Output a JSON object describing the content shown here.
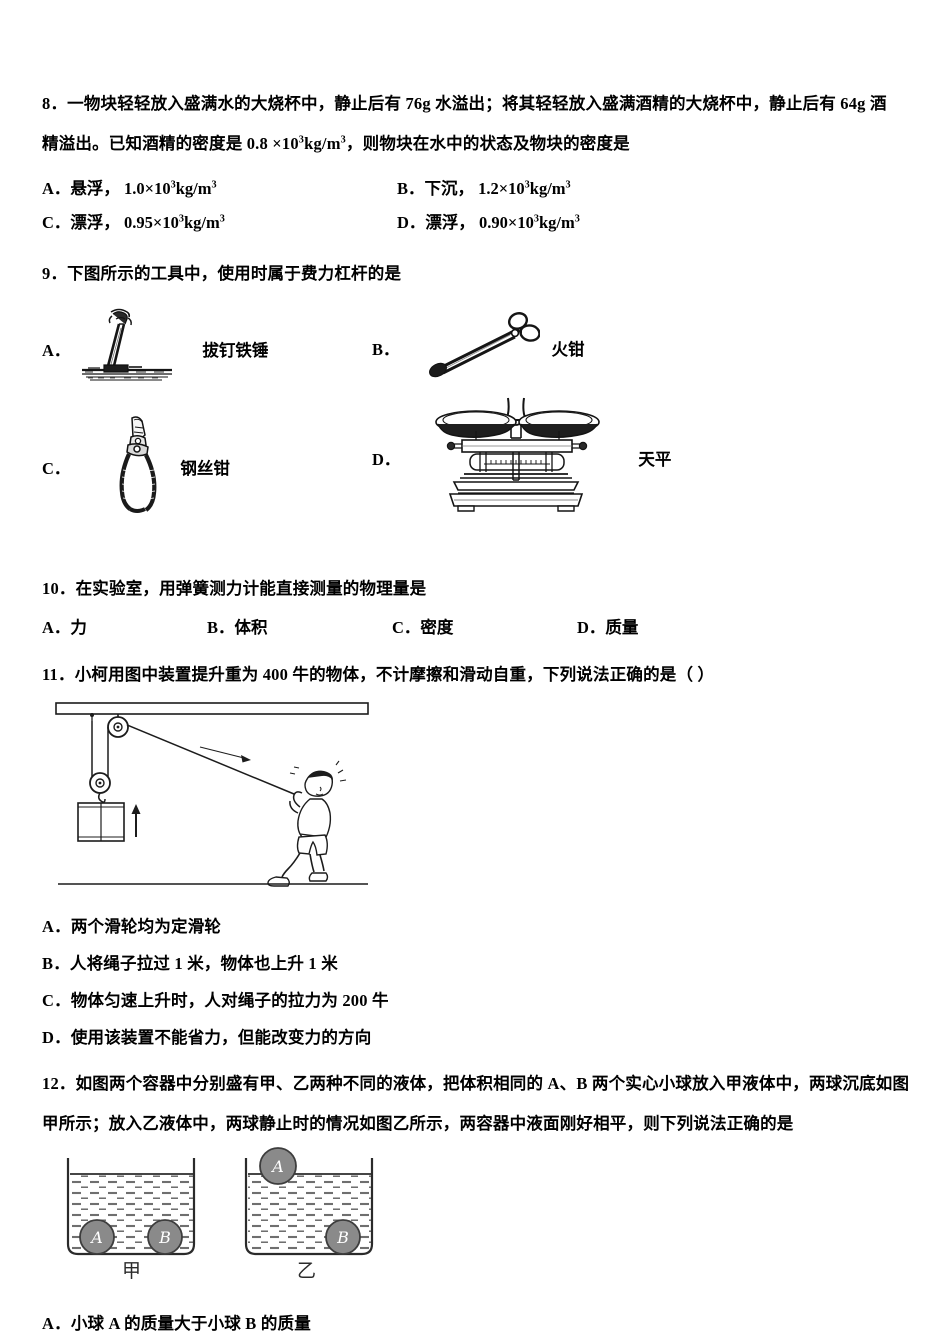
{
  "document": {
    "type": "physics-exam-page",
    "language": "zh-CN"
  },
  "questions": [
    {
      "number": "8",
      "stem_line1": "8．一物块轻轻放入盛满水的大烧杯中，静止后有 76g 水溢出；将其轻轻放入盛满酒精的大烧杯中，静止后有 64g 酒",
      "stem_line2_pre": "精溢出。已知酒精的密度是 0.8 ×10",
      "stem_line2_sup1": "3",
      "stem_line2_mid": "kg/m",
      "stem_line2_sup2": "3",
      "stem_line2_post": "，则物块在水中的状态及物块的密度是",
      "options": [
        {
          "letter": "A．",
          "text": "悬浮，  1.0×10",
          "sup": "3",
          "unit": "kg/m",
          "unit_sup": "3"
        },
        {
          "letter": "B．",
          "text": "下沉，  1.2×10",
          "sup": "3",
          "unit": "kg/m",
          "unit_sup": "3"
        },
        {
          "letter": "C．",
          "text": "漂浮，  0.95×10",
          "sup": "3",
          "unit": "kg/m",
          "unit_sup": "3"
        },
        {
          "letter": "D．",
          "text": "漂浮，  0.90×10",
          "sup": "3",
          "unit": "kg/m",
          "unit_sup": "3"
        }
      ]
    },
    {
      "number": "9",
      "stem": "9．下图所示的工具中，使用时属于费力杠杆的是",
      "tools": [
        {
          "letter": "A．",
          "label": "拔钉铁锤",
          "icon": "claw-hammer-icon"
        },
        {
          "letter": "B．",
          "label": "火钳",
          "icon": "fire-tongs-icon"
        },
        {
          "letter": "C．",
          "label": "钢丝钳",
          "icon": "wire-pliers-icon"
        },
        {
          "letter": "D．",
          "label": "天平",
          "icon": "balance-scale-icon"
        }
      ]
    },
    {
      "number": "10",
      "stem": "10．在实验室，用弹簧测力计能直接测量的物理量是",
      "options": [
        {
          "letter": "A．",
          "text": "力"
        },
        {
          "letter": "B．",
          "text": "体积"
        },
        {
          "letter": "C．",
          "text": "密度"
        },
        {
          "letter": "D．",
          "text": "质量"
        }
      ]
    },
    {
      "number": "11",
      "stem": "11．小柯用图中装置提升重为 400 牛的物体，不计摩擦和滑动自重，下列说法正确的是（  ）",
      "figure": {
        "name": "pulley-system-figure",
        "elements": [
          "ceiling-beam",
          "fixed-pulley",
          "movable-pulley",
          "load-block",
          "up-arrow",
          "rope",
          "pull-direction-arrow",
          "person-pulling",
          "ground-line"
        ]
      },
      "options": [
        {
          "letter": "A．",
          "text": "两个滑轮均为定滑轮"
        },
        {
          "letter": "B．",
          "text": "人将绳子拉过 1 米，物体也上升 1 米"
        },
        {
          "letter": "C．",
          "text": "物体匀速上升时，人对绳子的拉力为 200 牛"
        },
        {
          "letter": "D．",
          "text": "使用该装置不能省力，但能改变力的方向"
        }
      ]
    },
    {
      "number": "12",
      "stem_line1": "12．如图两个容器中分别盛有甲、乙两种不同的液体，把体积相同的 A、B 两个实心小球放入甲液体中，两球沉底如图",
      "stem_line2": "甲所示；放入乙液体中，两球静止时的情况如图乙所示，两容器中液面刚好相平，则下列说法正确的是",
      "figure": {
        "name": "two-beakers-figure",
        "left": {
          "caption": "甲",
          "balls": [
            {
              "label": "A",
              "position": "bottom-left"
            },
            {
              "label": "B",
              "position": "bottom-right"
            }
          ]
        },
        "right": {
          "caption": "乙",
          "balls": [
            {
              "label": "A",
              "position": "floating-top-left"
            },
            {
              "label": "B",
              "position": "bottom-right"
            }
          ]
        }
      },
      "options": [
        {
          "letter": "A．",
          "text": "小球 A 的质量大于小球 B 的质量"
        }
      ]
    }
  ],
  "colors": {
    "text": "#000000",
    "ball_fill": "#8a8a8a",
    "ball_stroke": "#3d3d3d",
    "line": "#2b2b2b",
    "liquid_dash": "#6f6f6f"
  }
}
